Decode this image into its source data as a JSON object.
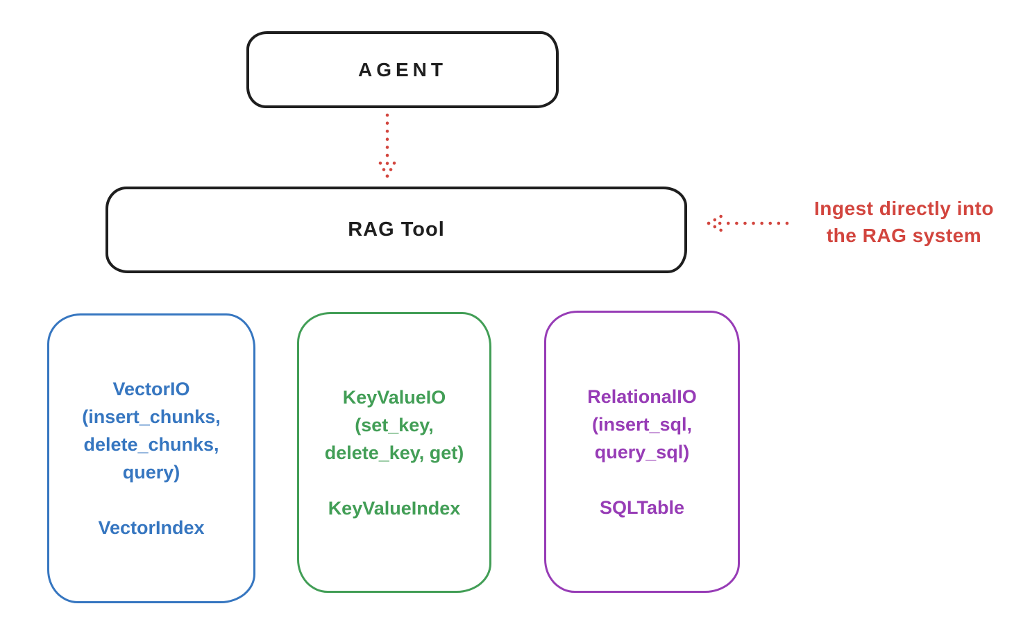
{
  "colors": {
    "background": "#ffffff",
    "ink_black": "#1e1e1e",
    "accent_red": "#d2453e",
    "node_blue": "#3676c0",
    "node_green": "#429e56",
    "node_purple": "#973cb6"
  },
  "diagram": {
    "agent": {
      "label": "AGENT"
    },
    "rag_tool": {
      "label": "RAG Tool"
    },
    "annotation": {
      "text_line1": "Ingest directly into",
      "text_line2": "the RAG system"
    },
    "arrows": [
      {
        "name": "agent-to-rag-tool",
        "style": "dotted",
        "color": "#d2453e",
        "direction": "down"
      },
      {
        "name": "ingest-into-rag-tool",
        "style": "dotted",
        "color": "#d2453e",
        "direction": "left"
      }
    ],
    "nodes": [
      {
        "title": "VectorIO",
        "params_line1": "(insert_chunks,",
        "params_line2": "delete_chunks,",
        "params_line3": "query)",
        "index_label": "VectorIndex",
        "color": "#3676c0"
      },
      {
        "title": "KeyValueIO",
        "params_line1": "(set_key,",
        "params_line2": "delete_key, get)",
        "index_label": "KeyValueIndex",
        "color": "#429e56"
      },
      {
        "title": "RelationalIO",
        "params_line1": "(insert_sql,",
        "params_line2": "query_sql)",
        "index_label": "SQLTable",
        "color": "#973cb6"
      }
    ]
  }
}
